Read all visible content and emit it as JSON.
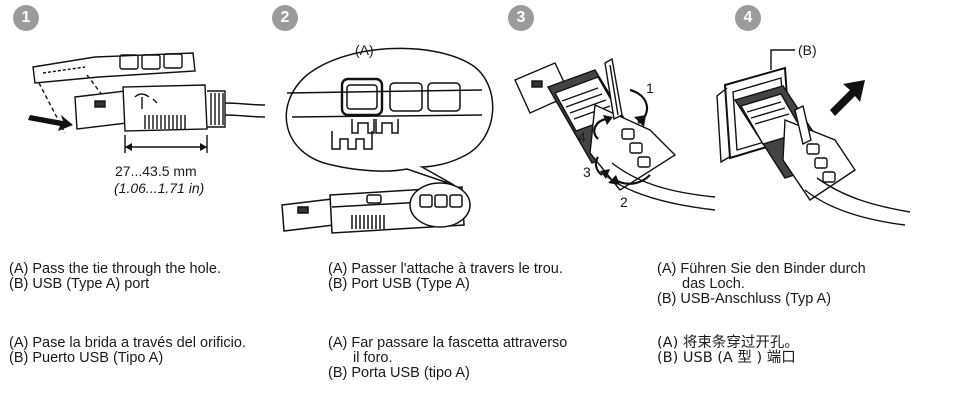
{
  "steps": [
    "1",
    "2",
    "3",
    "4"
  ],
  "fig1": {
    "dim_mm": "27...43.5 mm",
    "dim_in": "(1.06...1.71 in)"
  },
  "fig2": {
    "label_a": "(A)"
  },
  "fig3": {
    "nums": [
      "1",
      "2",
      "3",
      "4"
    ]
  },
  "fig4": {
    "label_b": "(B)"
  },
  "captions": {
    "en": {
      "a": "(A) Pass the tie through the hole.",
      "b": "(B) USB (Type A) port"
    },
    "fr": {
      "a": "(A) Passer l'attache à travers le trou.",
      "b": "(B) Port USB (Type A)"
    },
    "de": {
      "a1": "(A) Führen Sie den Binder durch",
      "a2": "das Loch.",
      "b": "(B) USB-Anschluss (Typ A)"
    },
    "es": {
      "a": "(A) Pase la brida a través del orificio.",
      "b": "(B) Puerto USB (Tipo A)"
    },
    "it": {
      "a1": "(A) Far passare la fascetta attraverso",
      "a2": "il foro.",
      "b": "(B) Porta USB (tipo A)"
    },
    "zh": {
      "a": "(A) 将束条穿过开孔。",
      "b": "(B) USB (A 型 ) 端口"
    }
  }
}
